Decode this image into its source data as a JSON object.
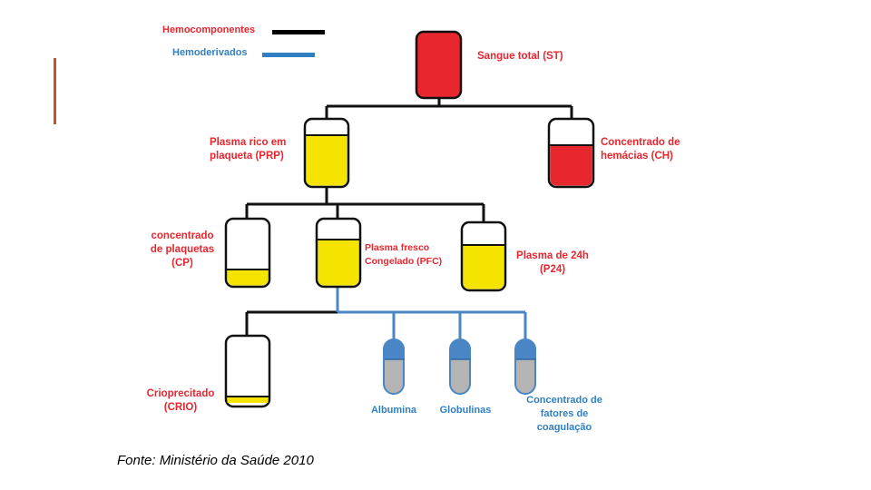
{
  "legend": {
    "hemocomponentes": "Hemocomponentes",
    "hemoderivados": "Hemoderivados",
    "black_color": "#000000",
    "blue_color": "#2f7fc2"
  },
  "nodes": {
    "st": "Sangue total (ST)",
    "prp": "Plasma rico em\nplaqueta (PRP)",
    "ch": "Concentrado de\nhemácias (CH)",
    "cp": "concentrado\nde plaquetas\n(CP)",
    "pfc": "Plasma fresco\nCongelado (PFC)",
    "p24": "Plasma de 24h\n(P24)",
    "crio": "Crioprecitado\n(CRIO)",
    "albumina": "Albumina",
    "globulinas": "Globulinas",
    "fatores": "Concentrado de\nfatores de\ncoagulação"
  },
  "colors": {
    "red": "#e8262e",
    "yellow": "#f5e400",
    "blue": "#4a86c5",
    "gray": "#b4b4b4",
    "label_red": "#e8262e",
    "label_blue": "#2f7fc2"
  },
  "source": "Fonte: Ministério da Saúde 2010"
}
